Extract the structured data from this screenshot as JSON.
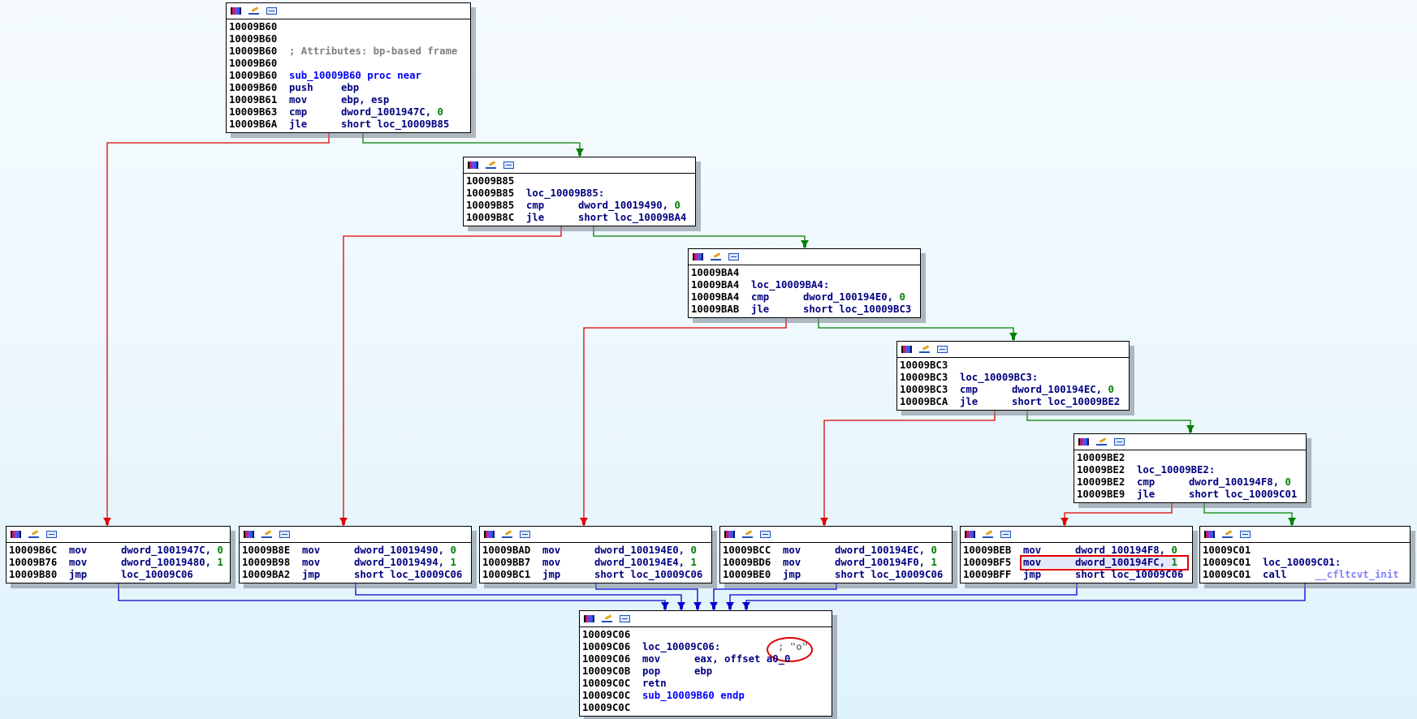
{
  "colors": {
    "edge_false": "#e00000",
    "edge_true": "#008000",
    "edge_jump": "#0000d0",
    "highlight": "#e00000"
  },
  "header_icons": [
    "graph-overview-icon",
    "edit-icon",
    "xref-icon"
  ],
  "blocks": {
    "b60": {
      "lines": [
        {
          "addr": "10009B60"
        },
        {
          "addr": "10009B60"
        },
        {
          "addr": "10009B60",
          "comment": "; Attributes: bp-based frame"
        },
        {
          "addr": "10009B60"
        },
        {
          "addr": "10009B60",
          "label": "sub_10009B60 proc near"
        },
        {
          "addr": "10009B60",
          "mnemonic": "push",
          "operand": "ebp"
        },
        {
          "addr": "10009B61",
          "mnemonic": "mov",
          "operand": "ebp, esp"
        },
        {
          "addr": "10009B63",
          "mnemonic": "cmp",
          "operand": "dword_1001947C,",
          "imm": "0"
        },
        {
          "addr": "10009B6A",
          "mnemonic": "jle",
          "operand": "short loc_10009B85"
        }
      ]
    },
    "b85": {
      "lines": [
        {
          "addr": "10009B85"
        },
        {
          "addr": "10009B85",
          "loc": "loc_10009B85:"
        },
        {
          "addr": "10009B85",
          "mnemonic": "cmp",
          "operand": "dword_10019490,",
          "imm": "0"
        },
        {
          "addr": "10009B8C",
          "mnemonic": "jle",
          "operand": "short loc_10009BA4"
        }
      ]
    },
    "ba4": {
      "lines": [
        {
          "addr": "10009BA4"
        },
        {
          "addr": "10009BA4",
          "loc": "loc_10009BA4:"
        },
        {
          "addr": "10009BA4",
          "mnemonic": "cmp",
          "operand": "dword_100194E0,",
          "imm": "0"
        },
        {
          "addr": "10009BAB",
          "mnemonic": "jle",
          "operand": "short loc_10009BC3"
        }
      ]
    },
    "bc3": {
      "lines": [
        {
          "addr": "10009BC3"
        },
        {
          "addr": "10009BC3",
          "loc": "loc_10009BC3:"
        },
        {
          "addr": "10009BC3",
          "mnemonic": "cmp",
          "operand": "dword_100194EC,",
          "imm": "0"
        },
        {
          "addr": "10009BCA",
          "mnemonic": "jle",
          "operand": "short loc_10009BE2"
        }
      ]
    },
    "be2": {
      "lines": [
        {
          "addr": "10009BE2"
        },
        {
          "addr": "10009BE2",
          "loc": "loc_10009BE2:"
        },
        {
          "addr": "10009BE2",
          "mnemonic": "cmp",
          "operand": "dword_100194F8,",
          "imm": "0"
        },
        {
          "addr": "10009BE9",
          "mnemonic": "jle",
          "operand": "short loc_10009C01"
        }
      ]
    },
    "b6c": {
      "lines": [
        {
          "addr": "10009B6C",
          "mnemonic": "mov",
          "operand": "dword_1001947C,",
          "imm": "0"
        },
        {
          "addr": "10009B76",
          "mnemonic": "mov",
          "operand": "dword_10019480,",
          "imm": "1"
        },
        {
          "addr": "10009B80",
          "mnemonic": "jmp",
          "operand": "loc_10009C06"
        }
      ]
    },
    "b8e": {
      "lines": [
        {
          "addr": "10009B8E",
          "mnemonic": "mov",
          "operand": "dword_10019490,",
          "imm": "0"
        },
        {
          "addr": "10009B98",
          "mnemonic": "mov",
          "operand": "dword_10019494,",
          "imm": "1"
        },
        {
          "addr": "10009BA2",
          "mnemonic": "jmp",
          "operand": "short loc_10009C06"
        }
      ]
    },
    "bad": {
      "lines": [
        {
          "addr": "10009BAD",
          "mnemonic": "mov",
          "operand": "dword_100194E0,",
          "imm": "0"
        },
        {
          "addr": "10009BB7",
          "mnemonic": "mov",
          "operand": "dword_100194E4,",
          "imm": "1"
        },
        {
          "addr": "10009BC1",
          "mnemonic": "jmp",
          "operand": "short loc_10009C06"
        }
      ]
    },
    "bcc": {
      "lines": [
        {
          "addr": "10009BCC",
          "mnemonic": "mov",
          "operand": "dword_100194EC,",
          "imm": "0"
        },
        {
          "addr": "10009BD6",
          "mnemonic": "mov",
          "operand": "dword_100194F0,",
          "imm": "1"
        },
        {
          "addr": "10009BE0",
          "mnemonic": "jmp",
          "operand": "short loc_10009C06"
        }
      ]
    },
    "beb": {
      "lines": [
        {
          "addr": "10009BEB",
          "mnemonic": "mov",
          "operand": "dword_100194F8,",
          "imm": "0"
        },
        {
          "addr": "10009BF5",
          "mnemonic": "mov",
          "operand": "dword_100194FC,",
          "imm": "1",
          "highlighted": true
        },
        {
          "addr": "10009BFF",
          "mnemonic": "jmp",
          "operand": "short loc_10009C06"
        }
      ]
    },
    "c01": {
      "lines": [
        {
          "addr": "10009C01"
        },
        {
          "addr": "10009C01",
          "loc": "loc_10009C01:"
        },
        {
          "addr": "10009C01",
          "mnemonic": "call",
          "external": "__cfltcvt_init"
        }
      ]
    },
    "c06": {
      "lines": [
        {
          "addr": "10009C06"
        },
        {
          "addr": "10009C06",
          "loc": "loc_10009C06:",
          "comment": "; \"o\"",
          "circled": true
        },
        {
          "addr": "10009C06",
          "mnemonic": "mov",
          "operand": "eax, offset a0_0"
        },
        {
          "addr": "10009C0B",
          "mnemonic": "pop",
          "operand": "ebp"
        },
        {
          "addr": "10009C0C",
          "mnemonic": "retn"
        },
        {
          "addr": "10009C0C",
          "label": "sub_10009B60 endp"
        },
        {
          "addr": "10009C0C"
        }
      ]
    }
  },
  "edges": [
    {
      "from": "b60",
      "to": "b85",
      "kind": "true"
    },
    {
      "from": "b60",
      "to": "b6c",
      "kind": "false"
    },
    {
      "from": "b85",
      "to": "ba4",
      "kind": "true"
    },
    {
      "from": "b85",
      "to": "b8e",
      "kind": "false"
    },
    {
      "from": "ba4",
      "to": "bc3",
      "kind": "true"
    },
    {
      "from": "ba4",
      "to": "bad",
      "kind": "false"
    },
    {
      "from": "bc3",
      "to": "be2",
      "kind": "true"
    },
    {
      "from": "bc3",
      "to": "bcc",
      "kind": "false"
    },
    {
      "from": "be2",
      "to": "c01",
      "kind": "true"
    },
    {
      "from": "be2",
      "to": "beb",
      "kind": "false"
    },
    {
      "from": "b6c",
      "to": "c06",
      "kind": "jump"
    },
    {
      "from": "b8e",
      "to": "c06",
      "kind": "jump"
    },
    {
      "from": "bad",
      "to": "c06",
      "kind": "jump"
    },
    {
      "from": "bcc",
      "to": "c06",
      "kind": "jump"
    },
    {
      "from": "beb",
      "to": "c06",
      "kind": "jump"
    },
    {
      "from": "c01",
      "to": "c06",
      "kind": "jump"
    }
  ]
}
